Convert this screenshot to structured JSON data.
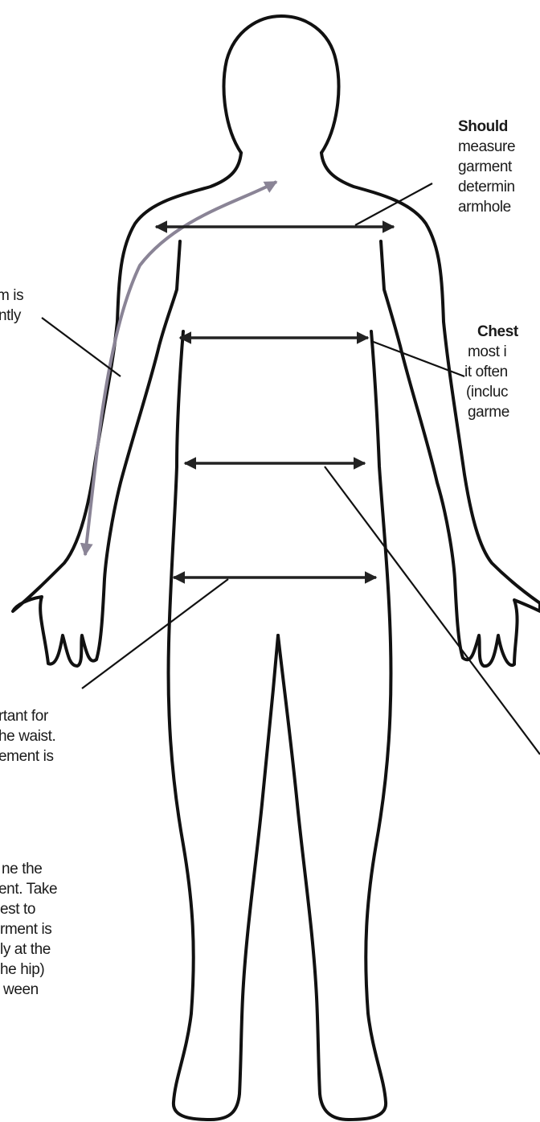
{
  "annotations": {
    "shoulder": {
      "title": "Should",
      "lines": [
        "measure",
        "garment",
        "determin",
        "armhole"
      ]
    },
    "chest": {
      "title": "Chest",
      "lines": [
        "most i",
        "it often",
        "(incluc",
        "garme"
      ]
    },
    "sleeve": {
      "lines": [
        "m is",
        "ntly"
      ]
    },
    "waist": {
      "lines": [
        "rtant for",
        "he waist.",
        "ement is"
      ]
    },
    "hip": {
      "lines": [
        "ne the",
        "ent. Take",
        "est to",
        "rment is",
        "ly at the",
        "he hip)",
        "ween"
      ]
    }
  },
  "colors": {
    "outline": "#111111",
    "arrow": "#222222",
    "sleeve_arrow": "#8a8496"
  }
}
